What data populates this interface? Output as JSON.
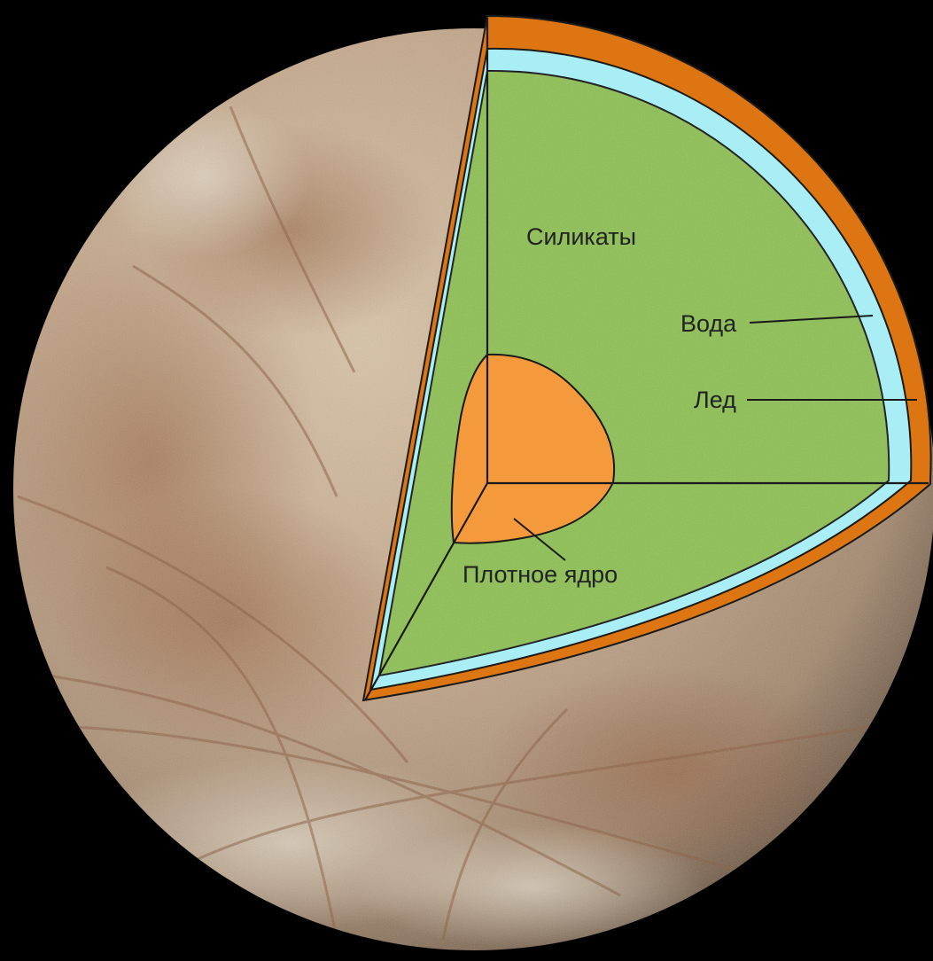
{
  "labels": {
    "silicates": "Силикаты",
    "water": "Вода",
    "ice": "Лед",
    "core": "Плотное ядро"
  },
  "colors": {
    "background": "#000000",
    "moon_surface": "#c4aa8e",
    "silicates": "#8cc050",
    "water": "#a8eef4",
    "ice": "#dd7512",
    "core": "#f59a3c",
    "outline": "#1a1a1a"
  }
}
